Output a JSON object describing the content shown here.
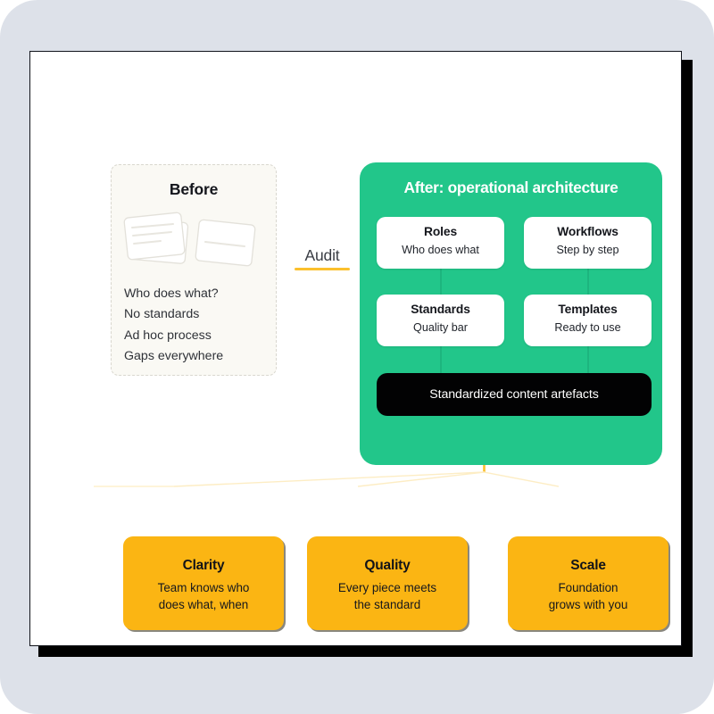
{
  "theme": {
    "mat_background": "#dde1e9",
    "canvas_background": "#ffffff",
    "accent_green": "#22c68a",
    "accent_yellow": "#fbb513",
    "accent_underline": "#fbc02d",
    "artefact_black": "#020203",
    "before_panel_background": "#faf9f4",
    "before_panel_border": "#d9d7cf"
  },
  "before": {
    "title": "Before",
    "illustration": "scattered-documents-icon",
    "items": [
      {
        "label": "Who does what?"
      },
      {
        "label": "No standards"
      },
      {
        "label": "Ad hoc process"
      },
      {
        "label": "Gaps everywhere"
      }
    ]
  },
  "transition": {
    "label": "Audit"
  },
  "after": {
    "title": "After: operational architecture",
    "pillars": [
      {
        "title": "Roles",
        "subtitle": "Who does what"
      },
      {
        "title": "Workflows",
        "subtitle": "Step by step"
      },
      {
        "title": "Standards",
        "subtitle": "Quality bar"
      },
      {
        "title": "Templates",
        "subtitle": "Ready to use"
      }
    ],
    "artefact_bar": "Standardized content artefacts"
  },
  "outcomes": [
    {
      "title": "Clarity",
      "subtitle": "Team knows who\ndoes what, when"
    },
    {
      "title": "Quality",
      "subtitle": "Every piece meets\nthe standard"
    },
    {
      "title": "Scale",
      "subtitle": "Foundation\ngrows with you"
    }
  ]
}
